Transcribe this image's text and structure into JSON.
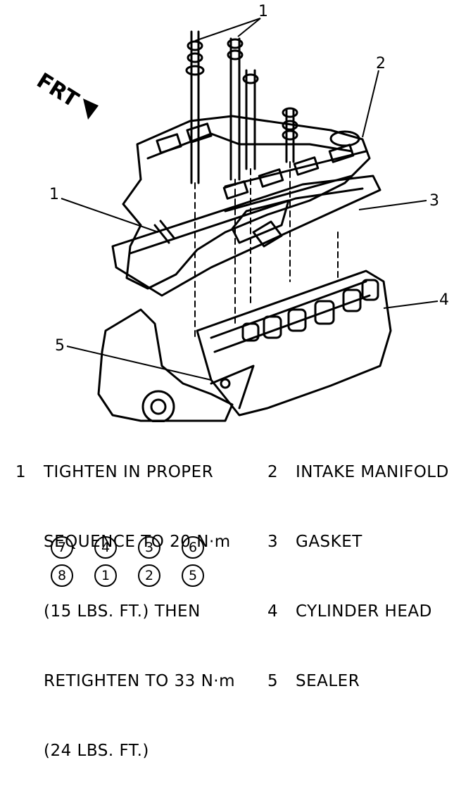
{
  "callouts": [
    "1",
    "1",
    "2",
    "3",
    "4",
    "5"
  ],
  "front_label": "FRT",
  "legend": {
    "left": [
      {
        "num": "1",
        "text": "TIGHTEN IN PROPER"
      },
      {
        "num": "",
        "text": "SEQUENCE TO 20 N·m"
      },
      {
        "num": "",
        "text": "(15 LBS. FT.) THEN"
      },
      {
        "num": "",
        "text": "RETIGHTEN TO 33 N·m"
      },
      {
        "num": "",
        "text": "(24 LBS. FT.)"
      }
    ],
    "right": [
      {
        "num": "2",
        "text": "INTAKE MANIFOLD"
      },
      {
        "num": "3",
        "text": "GASKET"
      },
      {
        "num": "4",
        "text": "CYLINDER HEAD"
      },
      {
        "num": "5",
        "text": "SEALER"
      }
    ]
  },
  "sequence": {
    "top_row": [
      "7",
      "4",
      "3",
      "6"
    ],
    "bottom_row": [
      "8",
      "1",
      "2",
      "5"
    ]
  }
}
